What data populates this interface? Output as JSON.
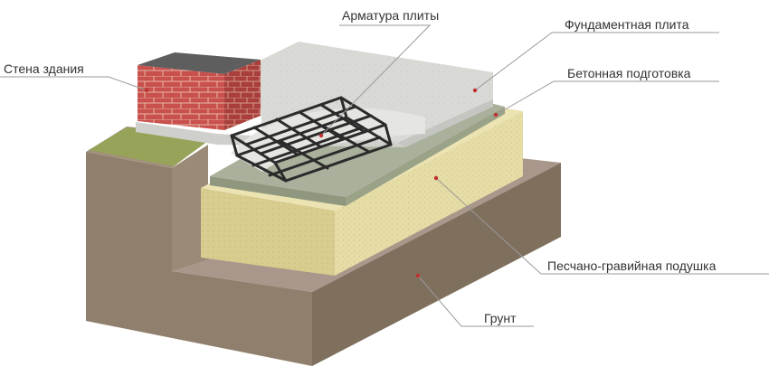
{
  "labels": {
    "wall": "Стена здания",
    "rebar": "Арматура плиты",
    "slab": "Фундаментная плита",
    "concrete_prep": "Бетонная подготовка",
    "sand_gravel": "Песчано-гравийная подушка",
    "soil": "Грунт"
  },
  "colors": {
    "soil": "#9b8a76",
    "sand": "#e6dca6",
    "slab": "#d9d9d6",
    "prep": "#a9b19c",
    "brick": "#c8504d",
    "rebar": "#2b2b2b",
    "grass": "#98a35a",
    "leader": "#c03030"
  }
}
